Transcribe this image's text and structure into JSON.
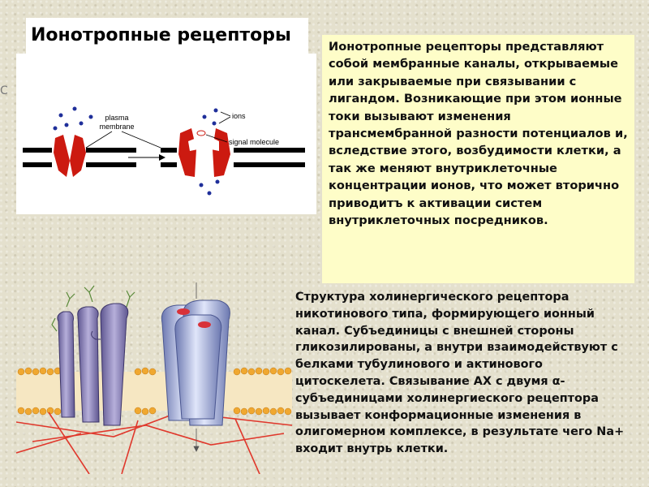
{
  "slide": {
    "title": "Ионотропные рецепторы",
    "side_letter": "C"
  },
  "diagram": {
    "label_plasma_membrane": "plasma\nmembrane",
    "label_plasma": "plasma",
    "label_membrane": "membrane",
    "label_ions": "ions",
    "label_signal_molecule": "signal molecule",
    "colors": {
      "channel": "#cc1a10",
      "ion": "#1f2f9a",
      "membrane": "#000000"
    }
  },
  "info_box": {
    "text": "Ионотропные рецепторы представляют собой мембранные каналы, открываемые или закрываемые при связывании с лигандом. Возникающие при этом ионные токи вызывают изменения трансмембранной разности потенциалов и, вследствие этого, возбудимости клетки, а так же меняют внутриклеточные концентрации ионов, что может вторично приводитъ к активации систем внутриклеточных посредников.",
    "background": "#fefdc8"
  },
  "caption": {
    "text": "Структура холинергического рецептора никотинового типа, формирующего ионный канал. Субъединицы с внешней стороны гликозилированы, а внутри взаимодействуют с белками тубулинового и актинового цитоскелета. Связывание АХ с двумя α-субъединицами холинергиеского рецептора вызывает конформационные изменения в олигомерном комплексе, в результате чего Na+ входит внутрь клетки."
  },
  "receptor_figure": {
    "colors": {
      "lipid_head": "#f0a830",
      "subunit_purple": "#8a82b8",
      "subunit_blue": "#a6b0de",
      "cytoskeleton": "#e0382c",
      "binding_site": "#d8323a"
    }
  }
}
